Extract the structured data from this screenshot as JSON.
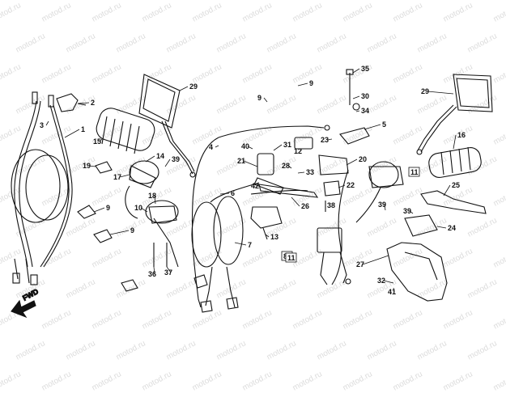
{
  "diagram": {
    "watermark": "motod.ru",
    "direction_label": "FWD",
    "callouts": [
      "1",
      "2",
      "3",
      "4",
      "5",
      "6",
      "7",
      "8",
      "9",
      "10",
      "11",
      "12",
      "13",
      "14",
      "15",
      "16",
      "17",
      "18",
      "19",
      "20",
      "21",
      "22",
      "23",
      "24",
      "25",
      "26",
      "27",
      "28",
      "29",
      "30",
      "31",
      "32",
      "33",
      "34",
      "35",
      "36",
      "37",
      "38",
      "39",
      "40",
      "41",
      "42"
    ]
  }
}
